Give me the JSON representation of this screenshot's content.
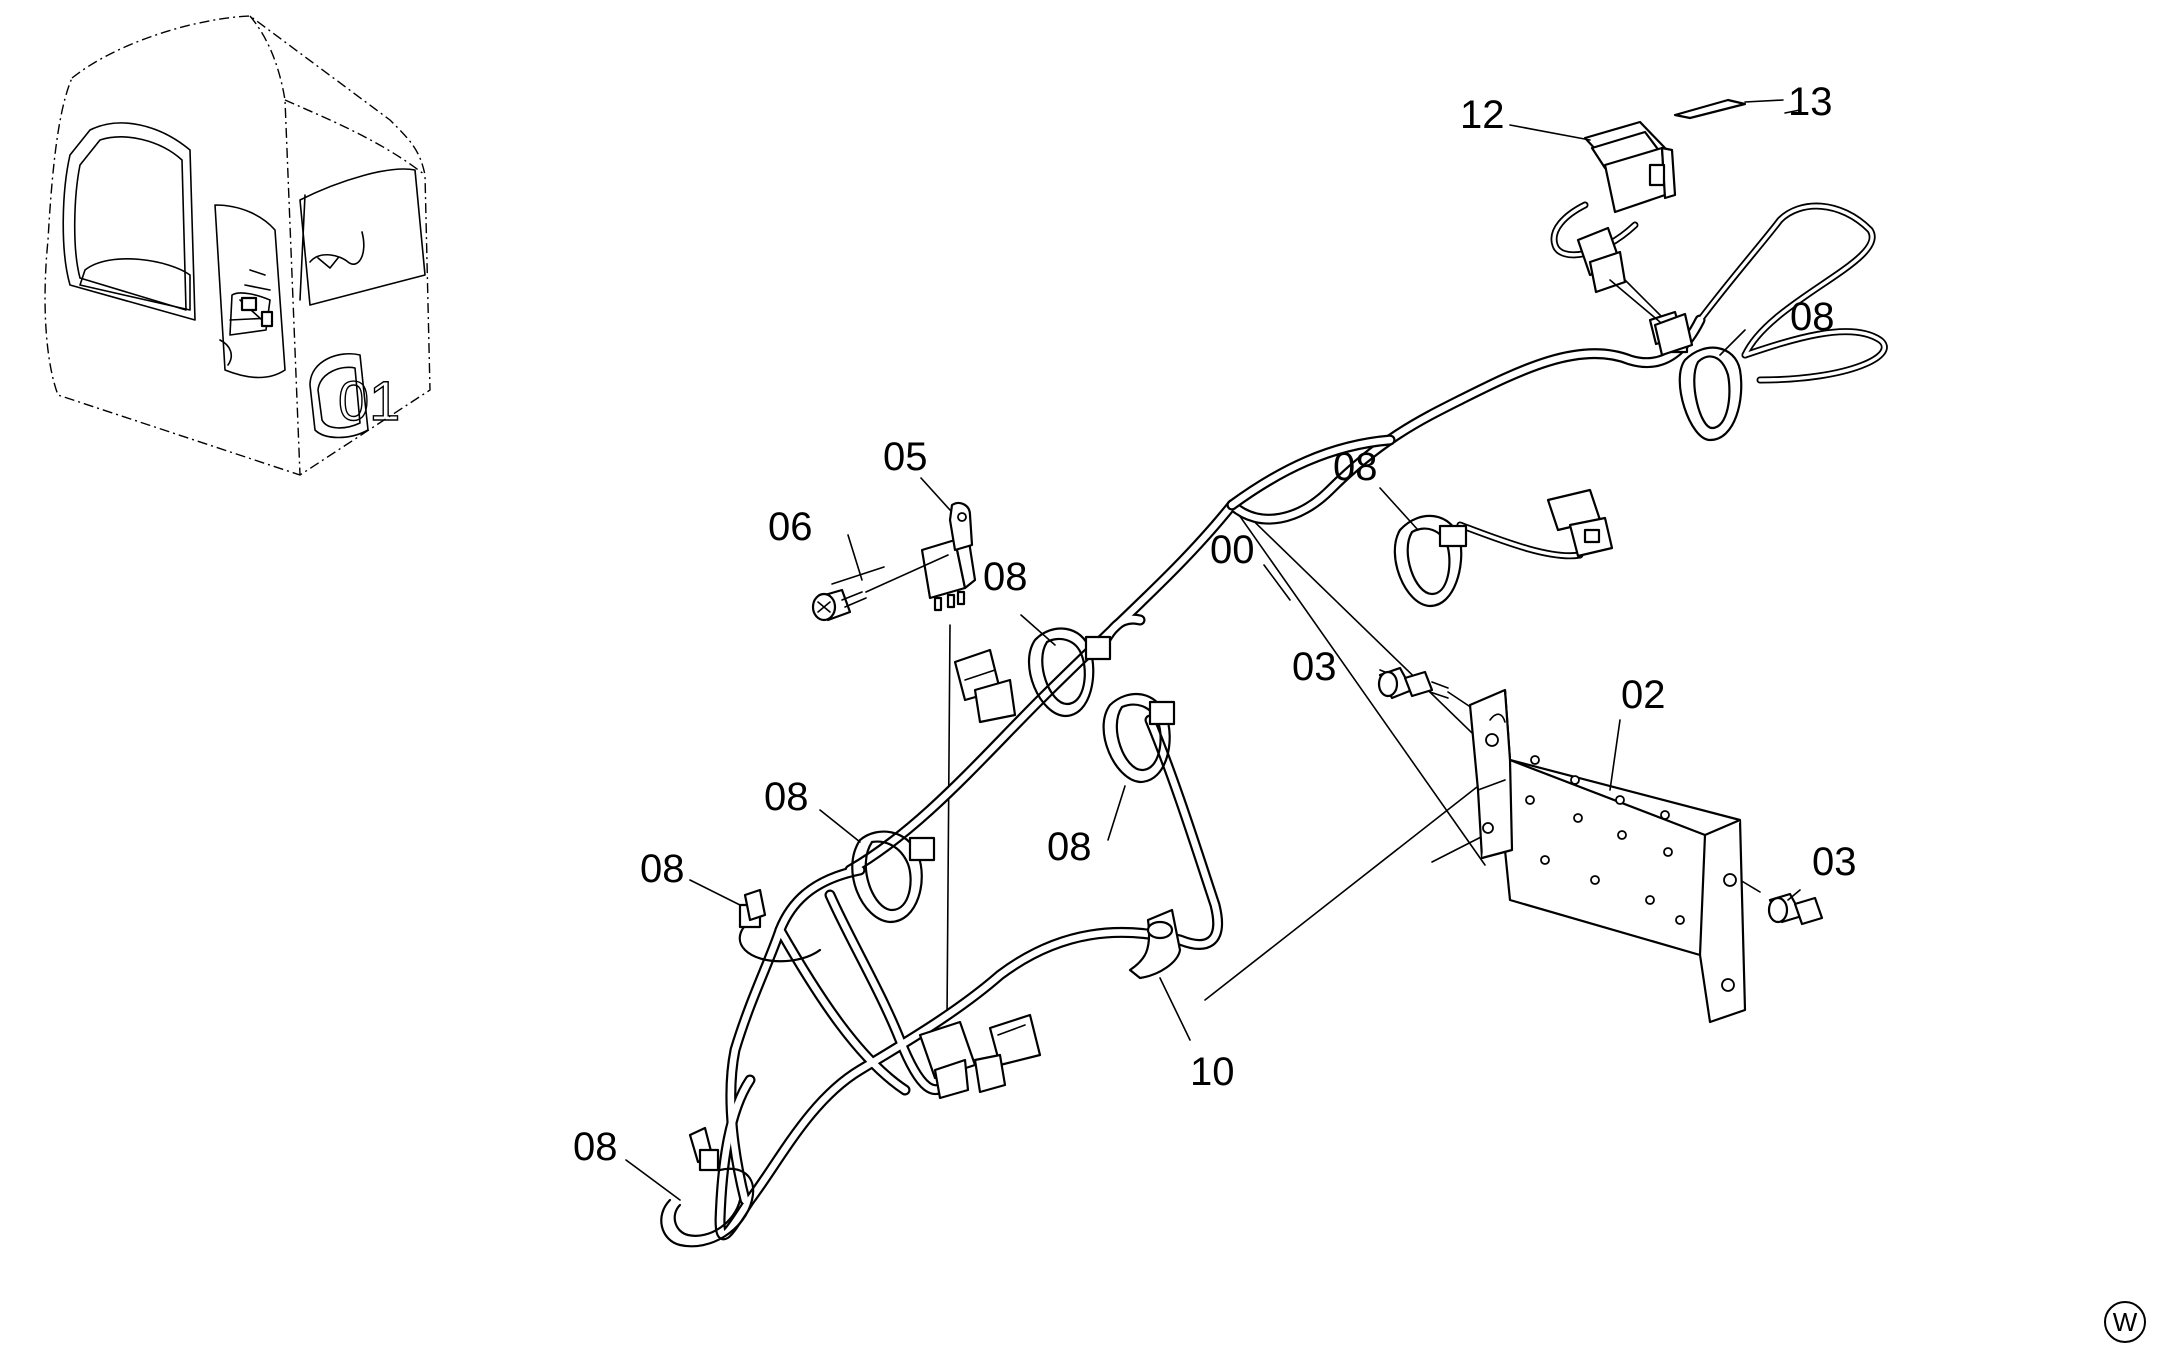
{
  "callouts": {
    "c00": "00",
    "c02": "02",
    "c03a": "03",
    "c03b": "03",
    "c05": "05",
    "c06": "06",
    "c08a": "08",
    "c08b": "08",
    "c08c": "08",
    "c08d": "08",
    "c08e": "08",
    "c08f": "08",
    "c08g": "08",
    "c10": "10",
    "c12": "12",
    "c13": "13"
  },
  "overview": {
    "cab_mark": "01"
  },
  "corner_mark": "W"
}
